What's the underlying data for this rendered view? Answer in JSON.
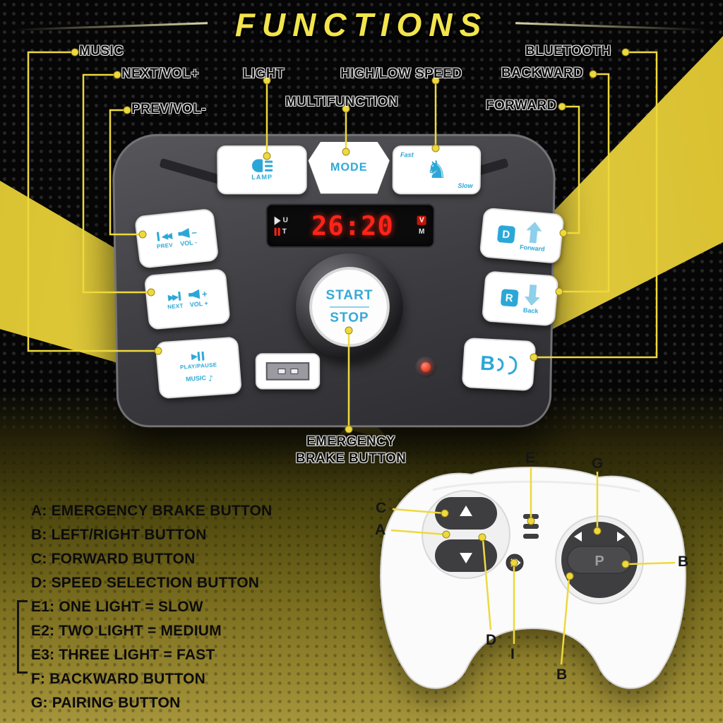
{
  "colors": {
    "accent_yellow": "#eed93d",
    "icon_blue": "#2ba7d7",
    "display_red": "#ff2418",
    "panel_gray": "#3c3c40"
  },
  "title": {
    "text": "FUNCTIONS"
  },
  "callouts": {
    "music": "MUSIC",
    "next_vol": "NEXT/VOL+",
    "prev_vol": "PREV/VOL-",
    "light": "LIGHT",
    "multifunction": "MULTIFUNCTION",
    "high_low_speed": "HIGH/LOW SPEED",
    "bluetooth": "BLUETOOTH",
    "backward": "BACKWARD",
    "forward": "FORWARD",
    "emergency_brake": "EMERGENCY BRAKE BUTTON"
  },
  "panel": {
    "lamp": {
      "label": "LAMP"
    },
    "mode": {
      "label": "MODE"
    },
    "speed": {
      "fast": "Fast",
      "slow": "Slow"
    },
    "prev": {
      "label": "PREV",
      "vol": "VOL -"
    },
    "next": {
      "label": "NEXT",
      "vol": "VOL +"
    },
    "play": {
      "label": "PLAY/PAUSE",
      "sub": "MUSIC"
    },
    "display": {
      "time": "26:20",
      "u": "U",
      "t": "T",
      "v": "V",
      "m": "M"
    },
    "start_stop": {
      "start": "START",
      "stop": "STOP"
    },
    "forward": {
      "letter": "D",
      "label": "Forward"
    },
    "back": {
      "letter": "R",
      "label": "Back"
    },
    "bluetooth": {
      "letter": "B"
    }
  },
  "legend": {
    "items": [
      "A: EMERGENCY BRAKE BUTTON",
      "B: LEFT/RIGHT BUTTON",
      "C: FORWARD BUTTON",
      "D: SPEED SELECTION BUTTON",
      "E1: ONE LIGHT = SLOW",
      "E2: TWO LIGHT = MEDIUM",
      "E3: THREE LIGHT = FAST",
      "F: BACKWARD BUTTON",
      "G: PAIRING BUTTON"
    ]
  },
  "remote": {
    "p_button": "P",
    "labels": {
      "c": "C",
      "a": "A",
      "e": "E",
      "g": "G",
      "b_right": "B",
      "d": "D",
      "i": "I",
      "b_bottom": "B"
    }
  }
}
